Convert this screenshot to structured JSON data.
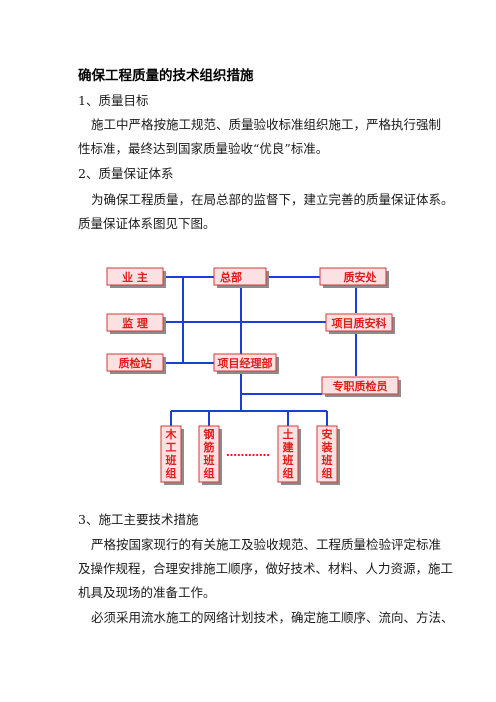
{
  "title": "确保工程质量的技术组织措施",
  "sections": {
    "s1_heading": "1、质量目标",
    "s1_p1_l1": "施工中严格按施工规范、质量验收标准组织施工，严格执行强制",
    "s1_p1_l2": "性标准，最终达到国家质量验收“优良”标准。",
    "s2_heading": "2、质量保证体系",
    "s2_p1_l1": "为确保工程质量，在局总部的监督下，建立完善的质量保证体系。",
    "s2_p1_l2": "质量保证体系图见下图。",
    "s3_heading": "3、施工主要技术措施",
    "s3_p1_l1": "严格按国家现行的有关施工及验收规范、工程质量检验评定标准",
    "s3_p1_l2": "及操作规程，合理安排施工顺序，做好技术、材料、人力资源，施工",
    "s3_p1_l3": "机具及现场的准备工作。",
    "s3_p2_l1": "必须采用流水施工的网络计划技术，确定施工顺序、流向、方法、"
  },
  "org_chart": {
    "boxes": {
      "owner": "业 主",
      "hq": "总部",
      "quality_safety_office": "质安处",
      "supervision": "监 理",
      "project_quality_safety_dept": "项目质安科",
      "quality_inspection_station": "质检站",
      "project_manager_dept": "项目经理部",
      "full_time_inspector": "专职质检员",
      "carpentry_team": [
        "木",
        "工",
        "班",
        "组"
      ],
      "rebar_team": [
        "钢",
        "筋",
        "班",
        "组"
      ],
      "civil_team": [
        "土",
        "建",
        "班",
        "组"
      ],
      "install_team": [
        "安",
        "装",
        "班",
        "组"
      ]
    },
    "ellipsis": "…………",
    "colors": {
      "box_fill": "#fbe1e1",
      "box_border": "#d23a3a",
      "text": "#e31c1c",
      "line": "#1a3fd6",
      "shadow": "#8c8c8c"
    }
  }
}
